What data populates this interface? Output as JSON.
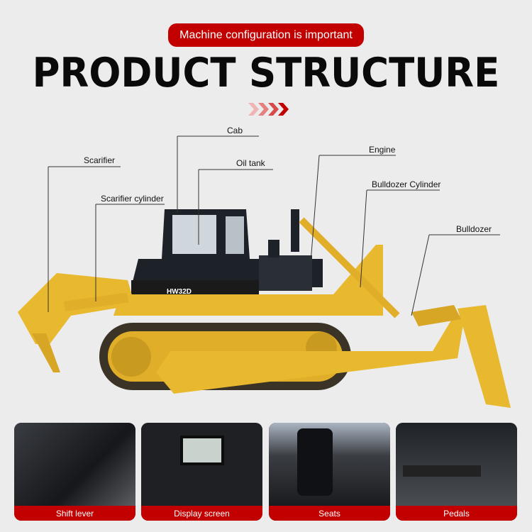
{
  "header": {
    "tagline": "Machine configuration is important",
    "title": "PRODUCT STRUCTURE"
  },
  "machine": {
    "model": "HW32D"
  },
  "callouts": {
    "cab": "Cab",
    "scarifier": "Scarifier",
    "oil_tank": "Oil tank",
    "engine": "Engine",
    "scarifier_cylinder": "Scarifier cylinder",
    "bulldozer_cylinder": "Bulldozer Cylinder",
    "bulldozer": "Bulldozer"
  },
  "features": [
    {
      "label": "Shift lever"
    },
    {
      "label": "Display screen"
    },
    {
      "label": "Seats"
    },
    {
      "label": "Pedals"
    }
  ],
  "colors": {
    "accent": "#c20000",
    "machine": "#e8b82e"
  }
}
